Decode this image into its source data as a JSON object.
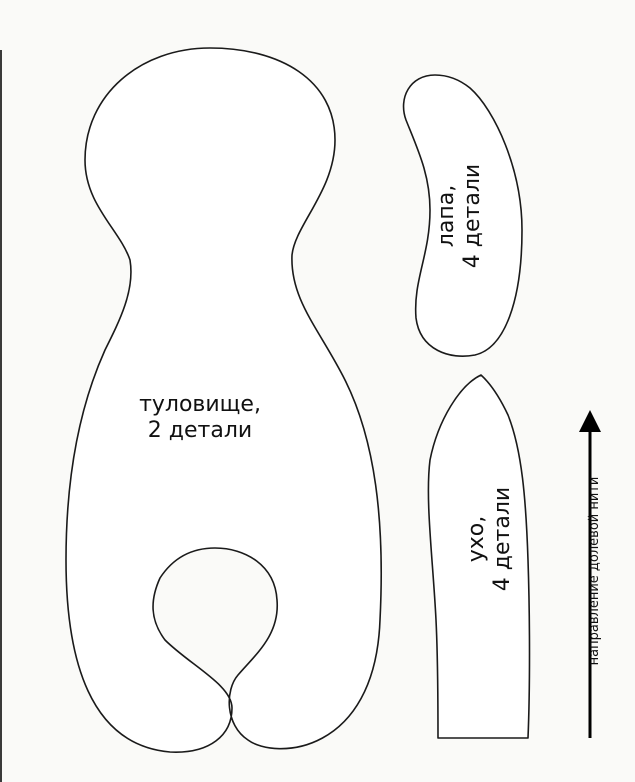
{
  "pieces": {
    "body": {
      "line1": "туловище,",
      "line2": "2 детали"
    },
    "paw": {
      "line1": "лапа,",
      "line2": "4 детали"
    },
    "ear": {
      "line1": "ухо,",
      "line2": "4 детали"
    }
  },
  "grain": {
    "label": "направление долевой нити"
  },
  "colors": {
    "outline": "#1a1a1a",
    "paper": "#fafaf8"
  }
}
